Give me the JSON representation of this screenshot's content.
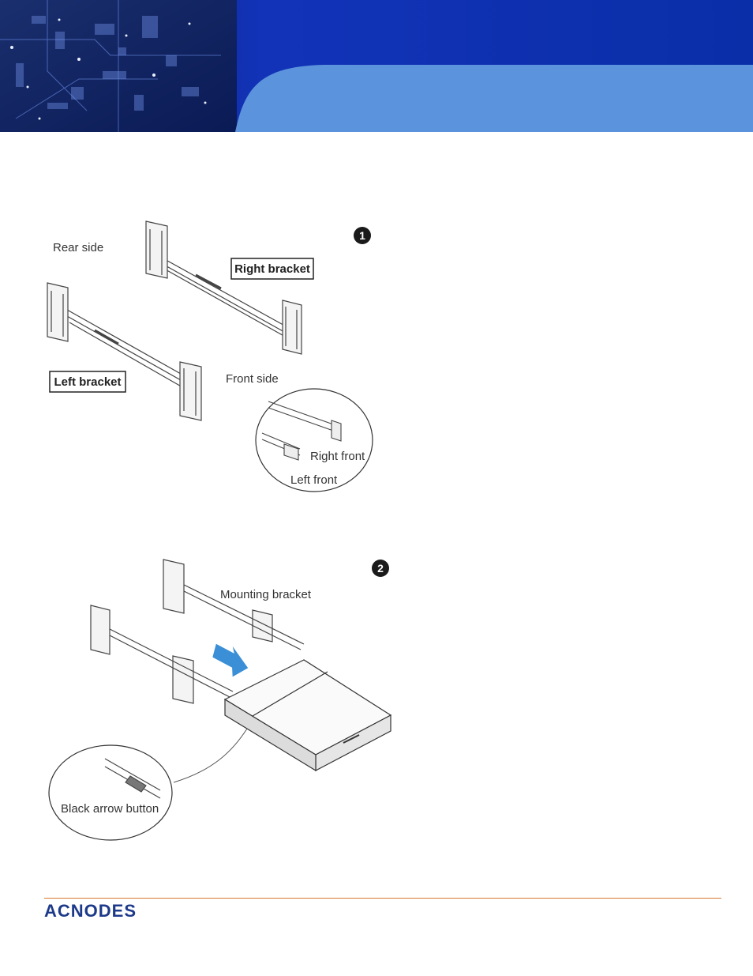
{
  "figure1": {
    "step": "1",
    "rear_side": "Rear side",
    "right_bracket": "Right bracket",
    "left_bracket": "Left bracket",
    "front_side": "Front side",
    "right_front": "Right front",
    "left_front": "Left front"
  },
  "figure2": {
    "step": "2",
    "mounting_bracket": "Mounting bracket",
    "black_arrow_button": "Black arrow button",
    "arrow_color": "#3a8fd6"
  },
  "footer": {
    "logo": "ACNODES",
    "line_color": "#d9772f"
  },
  "colors": {
    "header_dark": "#0a2a9a",
    "header_light": "#5b93dc"
  }
}
